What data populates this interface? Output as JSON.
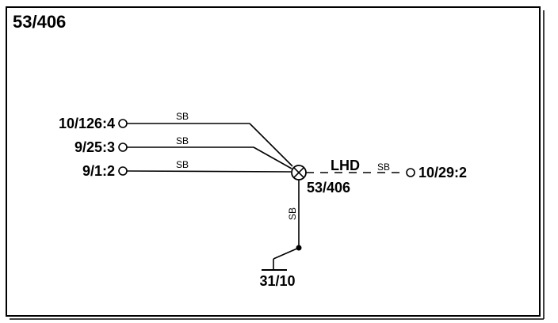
{
  "title": "53/406",
  "connectors": {
    "left_1": "10/126:4",
    "left_2": "9/25:3",
    "left_3": "9/1:2",
    "right": "10/29:2",
    "ground": "31/10",
    "junction": "53/406"
  },
  "wires": {
    "left_1_color": "SB",
    "left_2_color": "SB",
    "left_3_color": "SB",
    "down_color": "SB",
    "right_color": "SB"
  },
  "annotation": "LHD"
}
